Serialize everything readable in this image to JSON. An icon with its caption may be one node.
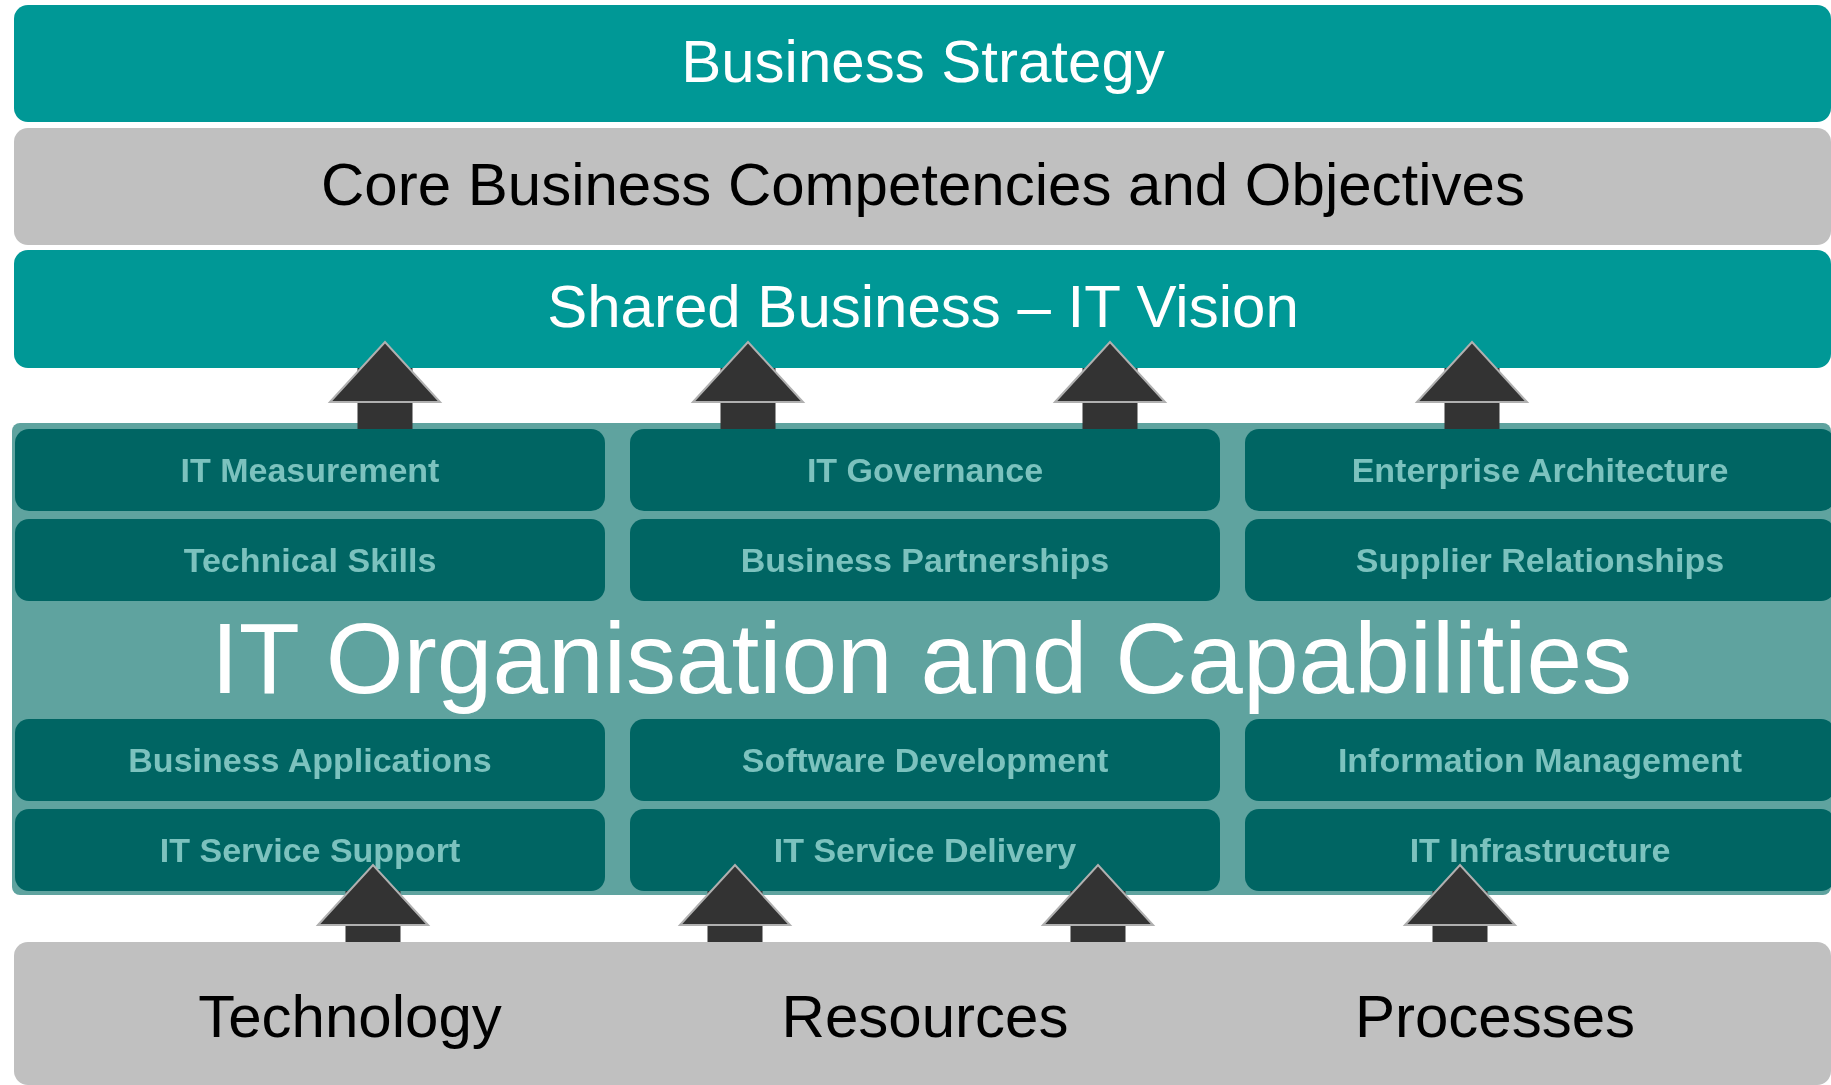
{
  "diagram": {
    "nodes": [
      {
        "text": [
          "Business Strategy"
        ]
      },
      {
        "text": [
          "Core Business Competencies and Objectives"
        ]
      },
      {
        "text": [
          "Shared Business – IT Vision"
        ]
      },
      {
        "text": [
          "IT Organisation and Capabilities"
        ]
      },
      {
        "text": [
          "IT Measurement"
        ],
        "in": 3
      },
      {
        "text": [
          "IT Governance"
        ],
        "in": 3
      },
      {
        "text": [
          "Enterprise Architecture"
        ],
        "in": 3
      },
      {
        "text": [
          "Technical Skills"
        ],
        "in": 3
      },
      {
        "text": [
          "Business Partnerships"
        ],
        "in": 3
      },
      {
        "text": [
          "Supplier Relationships"
        ],
        "in": 3
      },
      {
        "text": [
          "Business Applications"
        ],
        "in": 3
      },
      {
        "text": [
          "Software Development"
        ],
        "in": 3
      },
      {
        "text": [
          "Information Management"
        ],
        "in": 3
      },
      {
        "text": [
          "IT Service Support"
        ],
        "in": 3
      },
      {
        "text": [
          "IT Service Delivery"
        ],
        "in": 3
      },
      {
        "text": [
          "IT Infrastructure"
        ],
        "in": 3
      },
      {
        "text": [
          "Technology",
          "Resources",
          "Processes"
        ]
      }
    ],
    "edges": [
      {
        "from": 4,
        "to": 2,
        "arrow": "to"
      },
      {
        "from": 5,
        "to": 2,
        "arrow": "to"
      },
      {
        "from": 5,
        "to": 2,
        "arrow": "to"
      },
      {
        "from": 6,
        "to": 2,
        "arrow": "to"
      },
      {
        "from": 16,
        "to": 13,
        "arrow": "to"
      },
      {
        "from": 16,
        "to": 14,
        "arrow": "to"
      },
      {
        "from": 16,
        "to": 14,
        "arrow": "to"
      },
      {
        "from": 16,
        "to": 15,
        "arrow": "to"
      }
    ]
  }
}
